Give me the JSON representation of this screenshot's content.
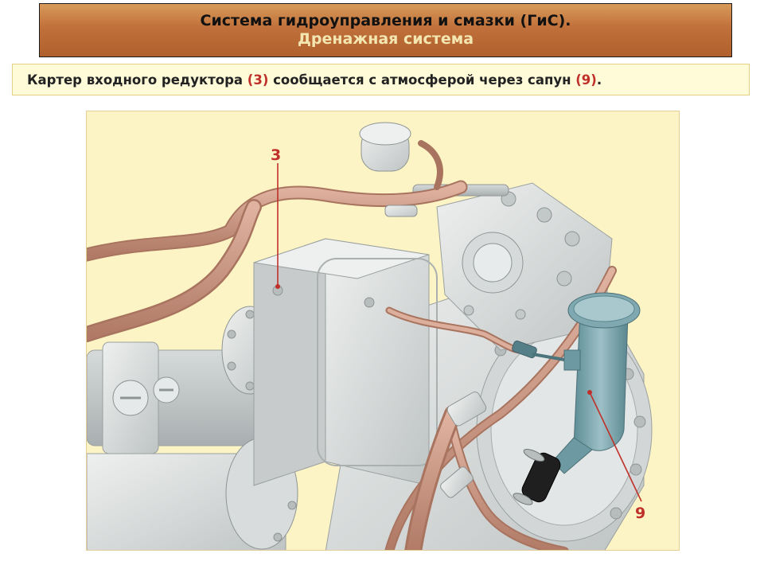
{
  "header": {
    "title": "Система гидроуправления и смазки (ГиС).",
    "subtitle": "Дренажная система"
  },
  "caption": {
    "part1": "Картер входного редуктора ",
    "ref1": "(3)",
    "part2": " сообщается с атмосферой через сапун ",
    "ref2": "(9)",
    "part3": "."
  },
  "callouts": {
    "c3": "3",
    "c9": "9"
  },
  "colors": {
    "title_bg": "#c0703a",
    "title_text": "#111111",
    "subtitle_text": "#f4e6b0",
    "caption_bg": "#fffbd9",
    "caption_border": "#e4cf82",
    "ref_red": "#c0302a",
    "figure_bg": "#fcf4c4",
    "pipe_copper": "#c8907a",
    "metal_grey": "#d9dcdc",
    "breather_teal": "#7fa8b0"
  }
}
